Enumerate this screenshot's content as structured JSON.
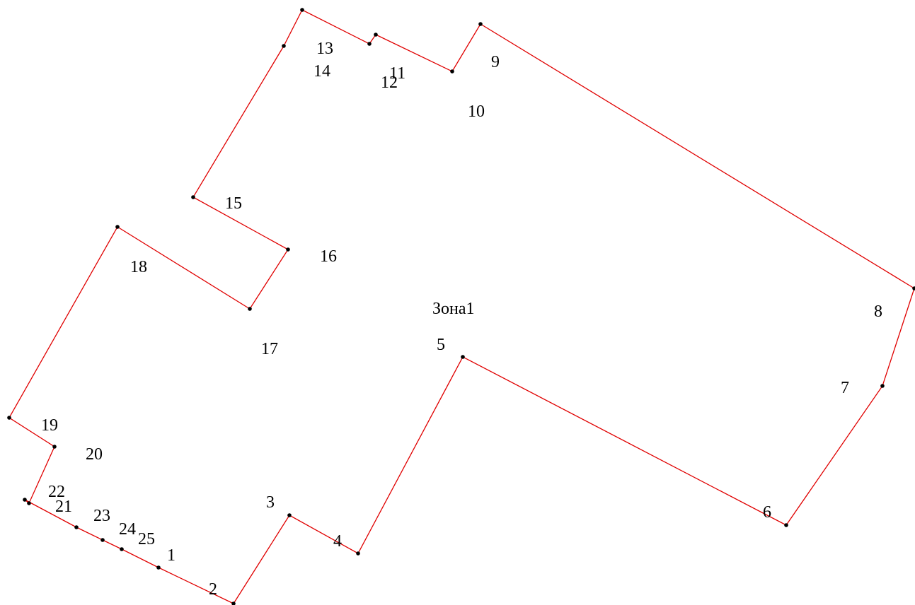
{
  "diagram": {
    "zone_label": "Зона1",
    "boundary_color": "#e00000",
    "point_color": "#000000",
    "points": [
      {
        "id": "p1",
        "label": "1"
      },
      {
        "id": "p2",
        "label": "2"
      },
      {
        "id": "p3",
        "label": "3"
      },
      {
        "id": "p4",
        "label": "4"
      },
      {
        "id": "p5",
        "label": "5"
      },
      {
        "id": "p6",
        "label": "6"
      },
      {
        "id": "p7",
        "label": "7"
      },
      {
        "id": "p8",
        "label": "8"
      },
      {
        "id": "p9",
        "label": "9"
      },
      {
        "id": "p10",
        "label": "10"
      },
      {
        "id": "p11",
        "label": "11"
      },
      {
        "id": "p12",
        "label": "12"
      },
      {
        "id": "p13",
        "label": "13"
      },
      {
        "id": "p14",
        "label": "14"
      },
      {
        "id": "p15",
        "label": "15"
      },
      {
        "id": "p16",
        "label": "16"
      },
      {
        "id": "p17",
        "label": "17"
      },
      {
        "id": "p18",
        "label": "18"
      },
      {
        "id": "p19",
        "label": "19"
      },
      {
        "id": "p20",
        "label": "20"
      },
      {
        "id": "p21",
        "label": "21"
      },
      {
        "id": "p22",
        "label": "22"
      },
      {
        "id": "p23",
        "label": "23"
      },
      {
        "id": "p24",
        "label": "24"
      },
      {
        "id": "p25",
        "label": "25"
      }
    ]
  }
}
